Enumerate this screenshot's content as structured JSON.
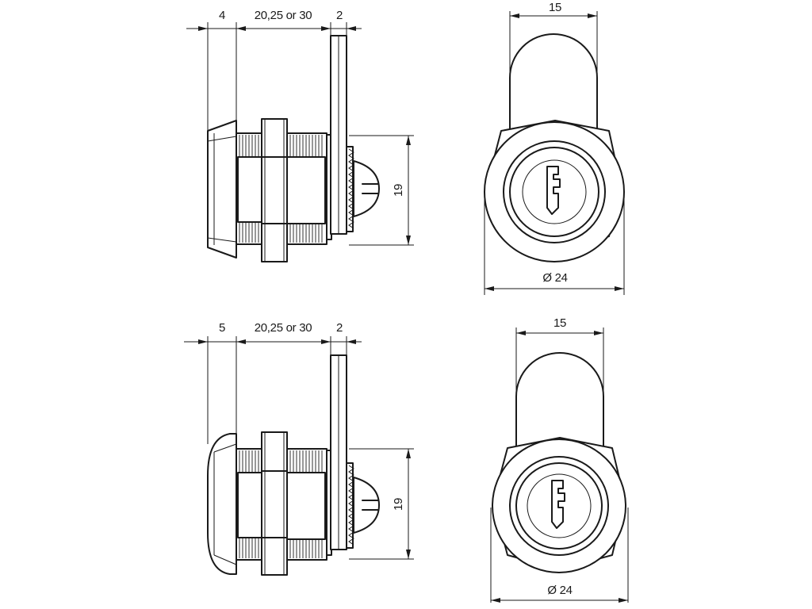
{
  "colors": {
    "line": "#1a1a1a",
    "background": "#ffffff"
  },
  "drawings": {
    "top": {
      "side": {
        "front_depth": "4",
        "body_length": "20,25 or 30",
        "cam_thickness": "2",
        "cam_height": "19"
      },
      "front": {
        "cam_width": "15",
        "diameter": "Ø 24"
      }
    },
    "bottom": {
      "side": {
        "front_depth": "5",
        "body_length": "20,25 or 30",
        "cam_thickness": "2",
        "cam_height": "19"
      },
      "front": {
        "cam_width": "15",
        "diameter": "Ø 24"
      }
    }
  }
}
